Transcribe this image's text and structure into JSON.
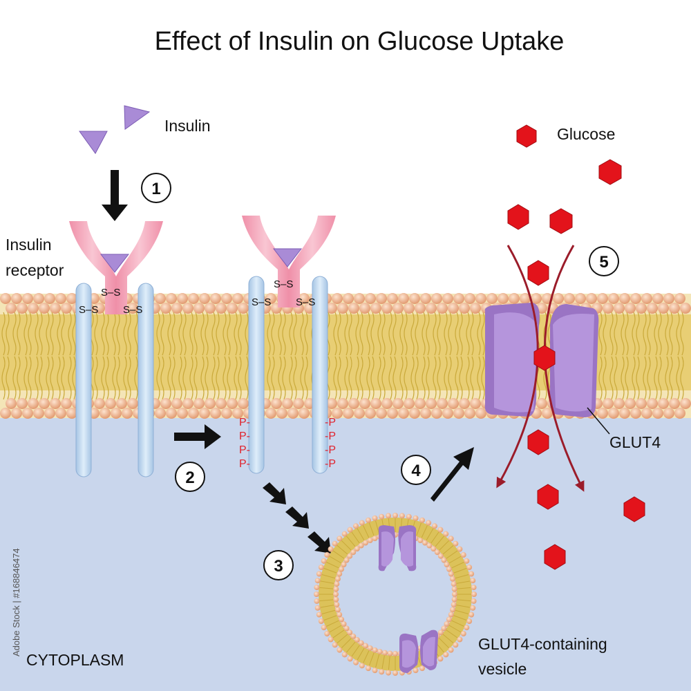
{
  "title": "Effect of Insulin on Glucose Uptake",
  "labels": {
    "insulin": "Insulin",
    "glucose": "Glucose",
    "insulin_receptor_line1": "Insulin",
    "insulin_receptor_line2": "receptor",
    "glut4": "GLUT4",
    "vesicle_line1": "GLUT4-containing",
    "vesicle_line2": "vesicle",
    "cytoplasm": "CYTOPLASM"
  },
  "disulfide": "S–S",
  "phosphate_left": "P-",
  "phosphate_right": "-P",
  "steps": [
    "1",
    "2",
    "3",
    "4",
    "5"
  ],
  "stock_id": "Adobe Stock | #168846474",
  "colors": {
    "cytoplasm": "#c9d6ec",
    "lipid_head": "#e8ab85",
    "lipid_tail": "#dcc25a",
    "receptor_alpha": "#f2a2b6",
    "receptor_beta": "#b9d3ea",
    "insulin": "#a98bd6",
    "glut4": "#a684cf",
    "glucose": "#e3131b",
    "phosphate": "#e0202a",
    "arrow": "#111111",
    "transport_arrow": "#9b1c2a"
  },
  "icons": {
    "insulin": "triangle",
    "glucose": "hexagon",
    "step_marker": "circled-number"
  }
}
